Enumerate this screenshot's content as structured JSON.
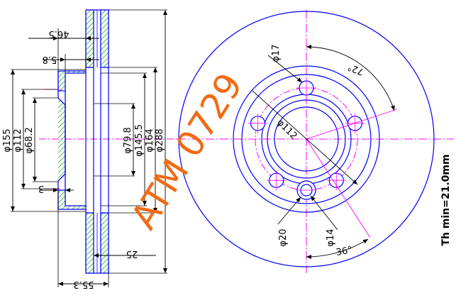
{
  "drawing": {
    "part_number": "ATM 0729",
    "thickness_note": "Th min=21.0mm",
    "colors": {
      "outline": "#0000ff",
      "centerline": "#ff00ff",
      "hatch": "#00a000",
      "dimension": "#000000",
      "watermark": "#f26a14"
    }
  },
  "side_view": {
    "dim_46_5": "46.5",
    "dim_5_8": "5.8",
    "dim_155": "φ155",
    "dim_112": "φ112",
    "dim_68_2": "φ68.2",
    "dim_79_8": "φ79.8",
    "dim_145_5": "φ145.5",
    "dim_164": "φ164",
    "dim_288": "φ288",
    "dim_3": "3",
    "dim_25": "25",
    "dim_55_3": "55.3"
  },
  "front_view": {
    "bolt_hole_dia": "φ17",
    "bolt_circle": "φ112",
    "bolt_angle": "72°",
    "stud_dia": "φ20",
    "stud_hole": "φ14",
    "stud_angle": "36°"
  }
}
